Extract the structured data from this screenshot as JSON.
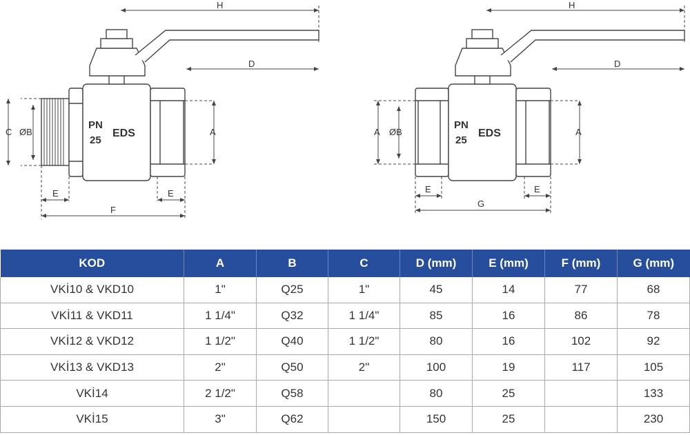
{
  "drawing": {
    "left": {
      "labels": {
        "H": "H",
        "D": "D",
        "C": "C",
        "B": "ØB",
        "A": "A",
        "E1": "E",
        "E2": "E",
        "F": "F"
      },
      "pn": "PN",
      "pn_value": "25",
      "logo": "EDS"
    },
    "right": {
      "labels": {
        "H": "H",
        "D": "D",
        "A1": "A",
        "B": "ØB",
        "A2": "A",
        "E1": "E",
        "E2": "E",
        "G": "G"
      },
      "pn": "PN",
      "pn_value": "25",
      "logo": "EDS"
    }
  },
  "table": {
    "header_color": "#274e9c",
    "columns": [
      "KOD",
      "A",
      "B",
      "C",
      "D (mm)",
      "E (mm)",
      "F (mm)",
      "G (mm)"
    ],
    "rows": [
      [
        "VKİ10 & VKD10",
        "1\"",
        "Q25",
        "1\"",
        "45",
        "14",
        "77",
        "68"
      ],
      [
        "VKİ11 & VKD11",
        "1 1/4\"",
        "Q32",
        "1 1/4\"",
        "85",
        "16",
        "86",
        "78"
      ],
      [
        "VKİ12 & VKD12",
        "1 1/2\"",
        "Q40",
        "1 1/2\"",
        "80",
        "16",
        "102",
        "92"
      ],
      [
        "VKİ13 & VKD13",
        "2\"",
        "Q50",
        "2\"",
        "100",
        "19",
        "117",
        "105"
      ],
      [
        "VKİ14",
        "2 1/2\"",
        "Q58",
        "",
        "80",
        "25",
        "",
        "133"
      ],
      [
        "VKİ15",
        "3\"",
        "Q62",
        "",
        "150",
        "25",
        "",
        "230"
      ]
    ]
  }
}
